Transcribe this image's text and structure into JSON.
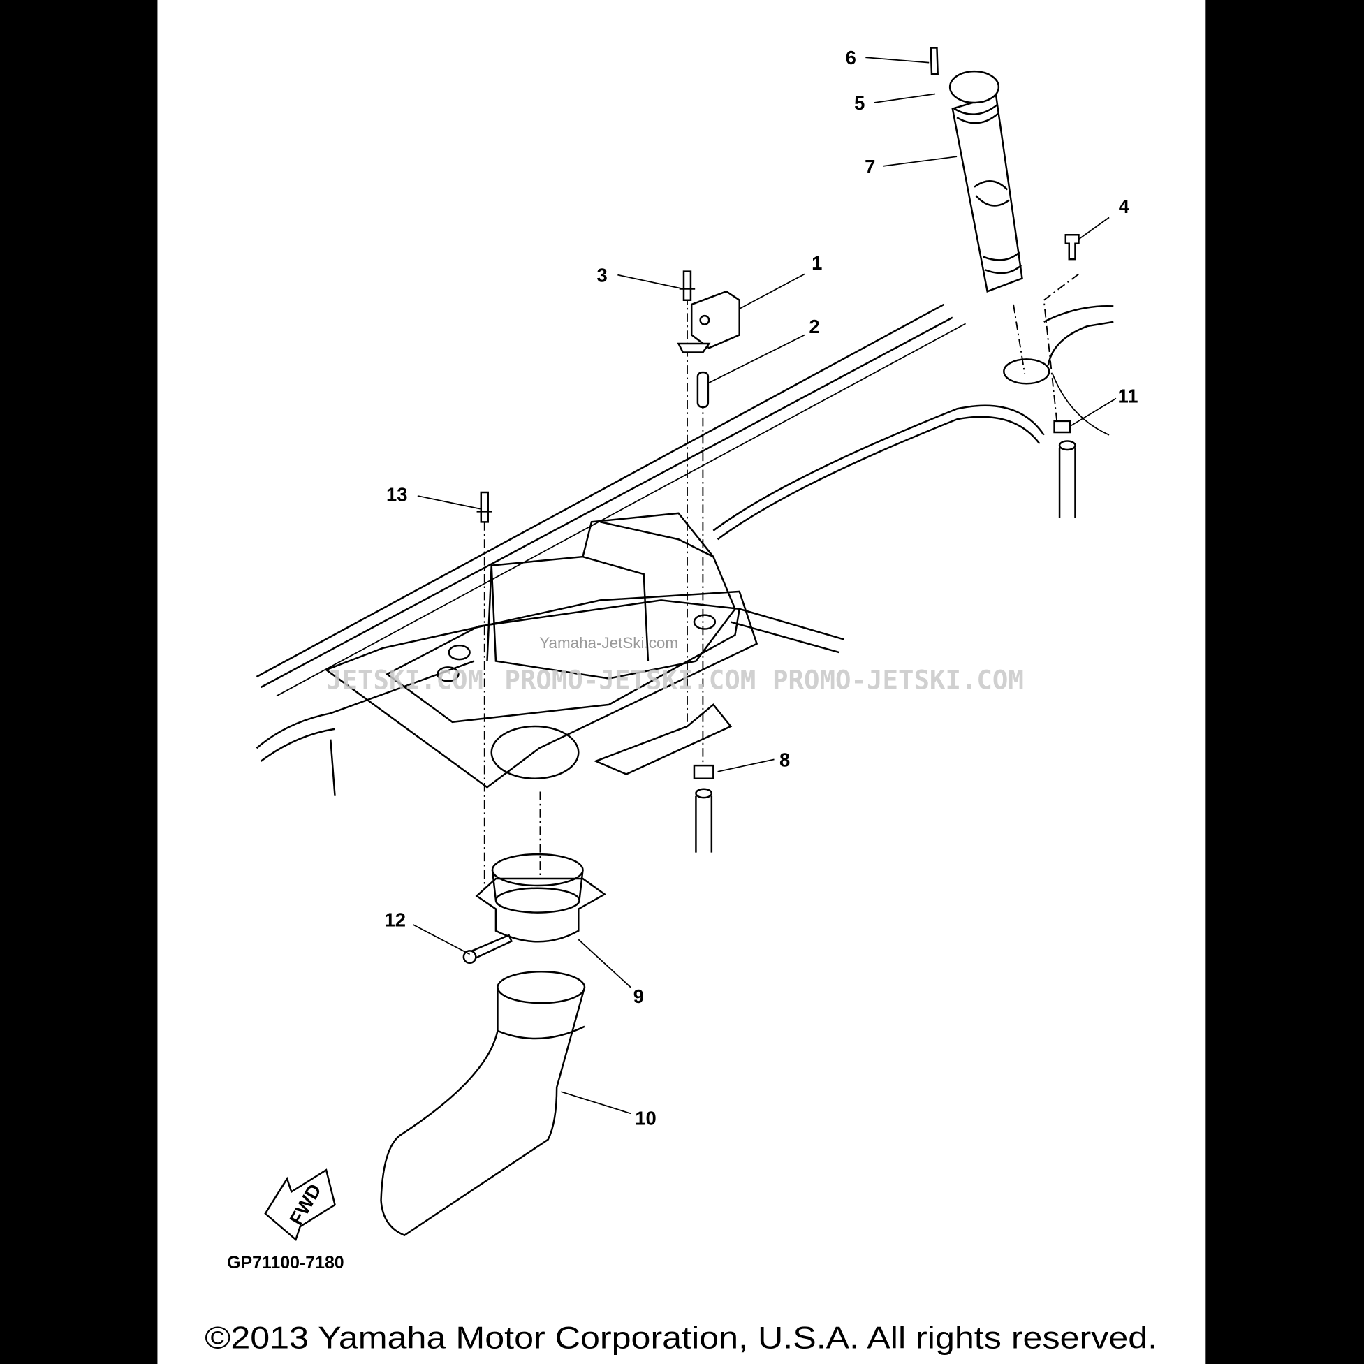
{
  "diagram": {
    "callouts": [
      "1",
      "2",
      "3",
      "4",
      "5",
      "6",
      "7",
      "8",
      "9",
      "10",
      "11",
      "12",
      "13"
    ],
    "diagram_code": "GP71100-7180",
    "fwd_label": "FWD",
    "copyright": "©2013 Yamaha Motor Corporation, U.S.A. All rights reserved.",
    "watermarks": [
      "JETSKI.COM",
      "PROMO-JETSKI.COM",
      "Yamaha-JetSki.com",
      "PROMO-JETSKI.COM"
    ]
  },
  "colors": {
    "page": "#ffffff",
    "border": "#000000",
    "line": "#000000",
    "watermark": "#c8c8c8"
  }
}
